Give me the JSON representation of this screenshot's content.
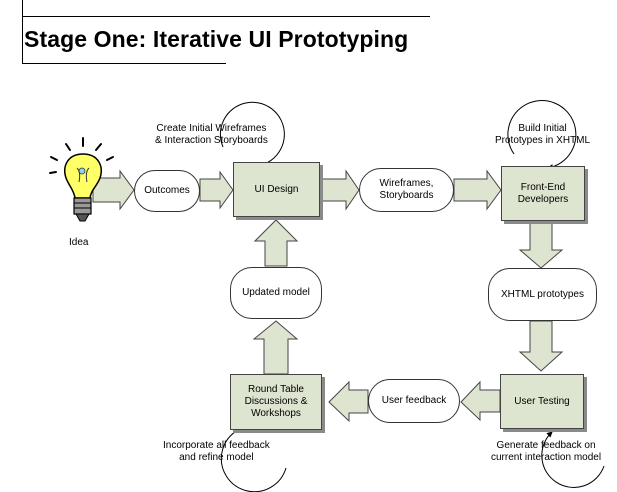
{
  "title": "Stage One: Iterative UI Prototyping",
  "idea_label": "Idea",
  "nodes": {
    "outcomes": "Outcomes",
    "ui_design": "UI Design",
    "wireframes": "Wireframes,\nStoryboards",
    "front_end": "Front-End\nDevelopers",
    "xhtml_prototypes": "XHTML prototypes",
    "user_testing": "User Testing",
    "user_feedback": "User feedback",
    "round_table": "Round Table\nDiscussions &\nWorkshops",
    "updated_model": "Updated model"
  },
  "notes": {
    "create_wireframes": "Create Initial Wireframes\n& Interaction Storyboards",
    "build_prototypes": "Build Initial\nPrototypes in XHTML",
    "generate_feedback": "Generate feedback on\ncurrent interaction model",
    "incorporate_feedback": "Incorporate all feedback\nand refine model"
  },
  "colors": {
    "box_fill": "#dde4cf",
    "arrow_fill": "#dde4cf",
    "bulb": "#ffff66"
  }
}
